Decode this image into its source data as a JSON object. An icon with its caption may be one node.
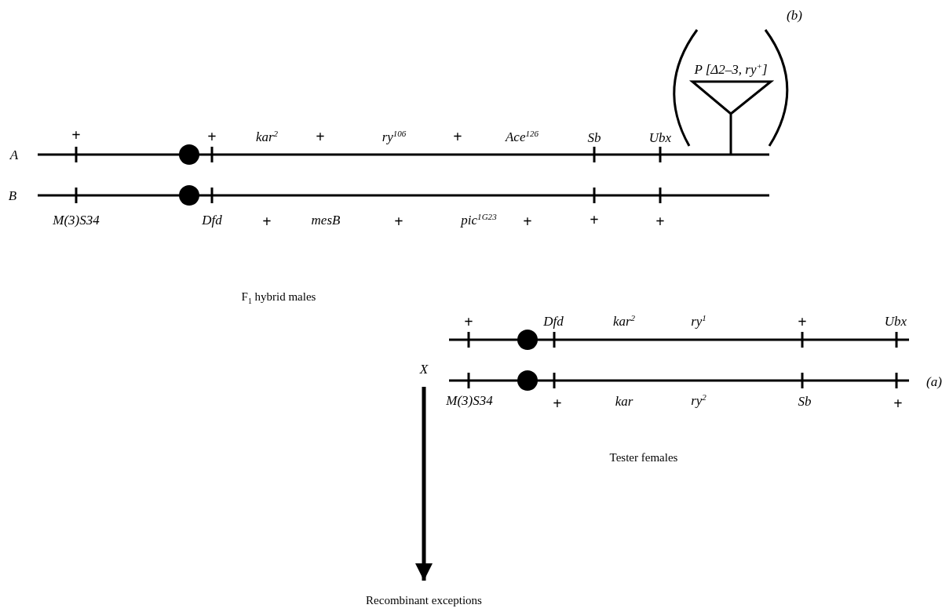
{
  "diagram": {
    "nodes": [
      {
        "text": [
          "X"
        ]
      },
      {
        "text": [
          "Recombinant exceptions"
        ]
      }
    ],
    "edges": [
      {
        "from": 0,
        "to": 1,
        "arrow": "to"
      }
    ],
    "labels": [
      "(b)",
      "P [Δ2–3, ry$^{+}$]",
      "+",
      "+",
      "kar$^{2}$",
      "+",
      "ry$^{106}$",
      "+",
      "Ace$^{126}$",
      "Sb",
      "Ubx",
      "A",
      "B",
      "M(3)S34",
      "Dfd",
      "+",
      "mesB",
      "+",
      "pic$^{1G23}$",
      "+",
      "+",
      "+",
      "F$_{1}$ hybrid males",
      "+",
      "Dfd",
      "kar$^{2}$",
      "ry$^{1}$",
      "+",
      "Ubx",
      "M(3)S34",
      "+",
      "kar",
      "ry$^{2}$",
      "Sb",
      "+",
      "(a)",
      "Tester females"
    ]
  }
}
